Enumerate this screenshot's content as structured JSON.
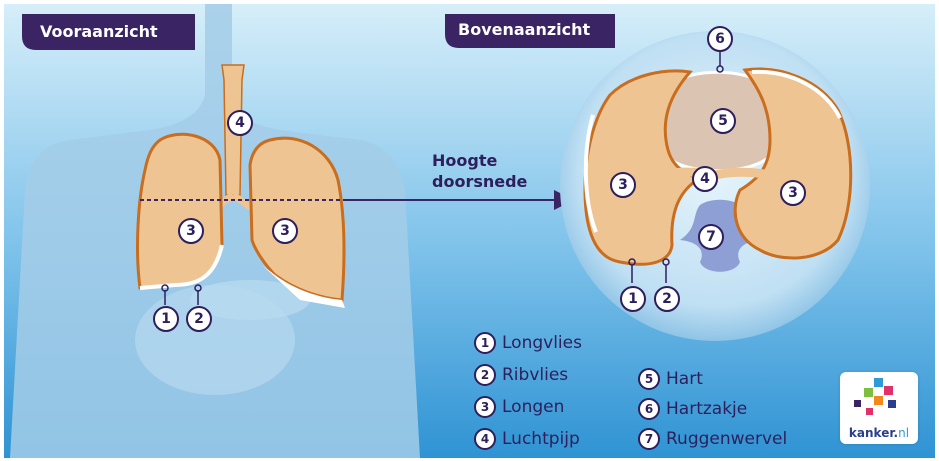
{
  "colors": {
    "sky_top": "#c4e6f7",
    "sky_bottom": "#3b9fd9",
    "body_fill": "#9cc9e7",
    "tab_bg": "#3a2463",
    "lung_fill": "#efc493",
    "lung_outline": "#c96d1e",
    "ink": "#2d1f5c",
    "heart_fill": "#dcc4b2",
    "spine_fill": "#8d9fd4"
  },
  "front_view": {
    "title": "Vooraanzicht"
  },
  "top_view": {
    "title": "Bovenaanzicht"
  },
  "cross_section_label": {
    "line1": "Hoogte",
    "line2": "doorsnede"
  },
  "markers": {
    "m1": "1",
    "m2": "2",
    "m3": "3",
    "m4": "4",
    "m5": "5",
    "m6": "6",
    "m7": "7"
  },
  "legend": [
    {
      "num": "1",
      "label": "Longvlies"
    },
    {
      "num": "2",
      "label": "Ribvlies"
    },
    {
      "num": "3",
      "label": "Longen"
    },
    {
      "num": "4",
      "label": "Luchtpijp"
    },
    {
      "num": "5",
      "label": "Hart"
    },
    {
      "num": "6",
      "label": "Hartzakje"
    },
    {
      "num": "7",
      "label": "Ruggenwervel"
    }
  ],
  "logo": {
    "brand": "kanker.",
    "tld": "nl"
  }
}
